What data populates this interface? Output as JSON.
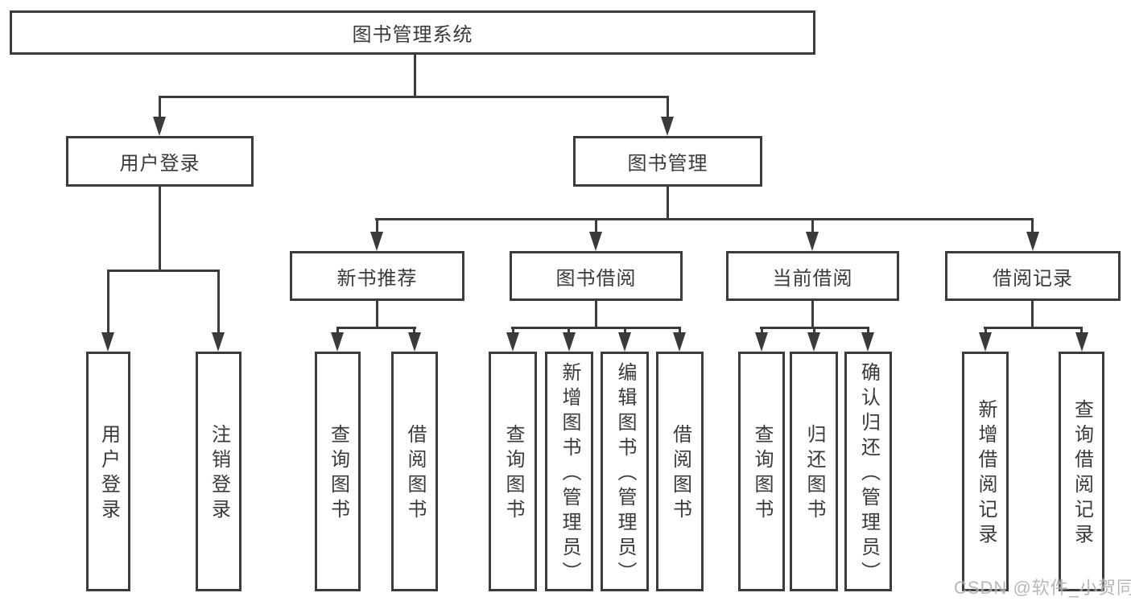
{
  "root": {
    "label": "图书管理系统"
  },
  "level2": [
    {
      "label": "用户登录"
    },
    {
      "label": "图书管理"
    }
  ],
  "user_login_children": [
    {
      "label": "用户登录"
    },
    {
      "label": "注销登录"
    }
  ],
  "groups": [
    {
      "label": "新书推荐",
      "children": [
        {
          "label": "查询图书"
        },
        {
          "label": "借阅图书"
        }
      ]
    },
    {
      "label": "图书借阅",
      "children": [
        {
          "label": "查询图书"
        },
        {
          "label": "新增图书（管理员）"
        },
        {
          "label": "编辑图书（管理员）"
        },
        {
          "label": "借阅图书"
        }
      ]
    },
    {
      "label": "当前借阅",
      "children": [
        {
          "label": "查询图书"
        },
        {
          "label": "归还图书"
        },
        {
          "label": "确认归还（管理员）"
        }
      ]
    },
    {
      "label": "借阅记录",
      "children": [
        {
          "label": "新增借阅记录"
        },
        {
          "label": "查询借阅记录"
        }
      ]
    }
  ],
  "watermark": "CSDN @软件_小贺同学",
  "colors": {
    "line": "#3b3b3b",
    "background": "#ffffff",
    "watermark": "#ababab"
  }
}
